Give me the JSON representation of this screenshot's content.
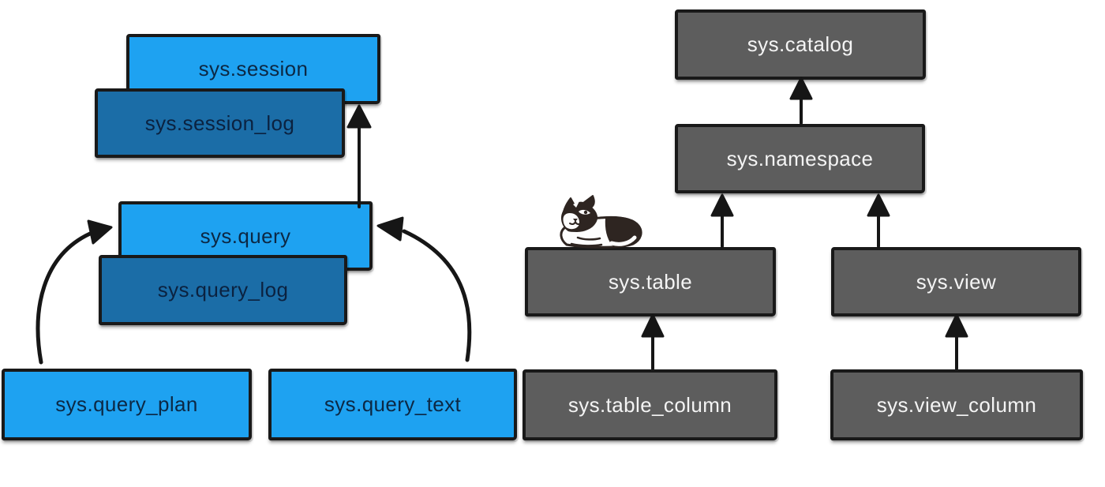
{
  "diagram": {
    "kind": "hand-drawn system catalog tables relationship diagram",
    "background": "#ffffff"
  },
  "nodes": {
    "session": {
      "label": "sys.session",
      "style": "light-blue"
    },
    "session_log": {
      "label": "sys.session_log",
      "style": "dark-blue"
    },
    "query": {
      "label": "sys.query",
      "style": "light-blue"
    },
    "query_log": {
      "label": "sys.query_log",
      "style": "dark-blue"
    },
    "query_plan": {
      "label": "sys.query_plan",
      "style": "light-blue"
    },
    "query_text": {
      "label": "sys.query_text",
      "style": "light-blue"
    },
    "catalog": {
      "label": "sys.catalog",
      "style": "gray"
    },
    "namespace": {
      "label": "sys.namespace",
      "style": "gray"
    },
    "table": {
      "label": "sys.table",
      "style": "gray"
    },
    "view": {
      "label": "sys.view",
      "style": "gray"
    },
    "table_column": {
      "label": "sys.table_column",
      "style": "gray"
    },
    "view_column": {
      "label": "sys.view_column",
      "style": "gray"
    }
  },
  "edges": [
    {
      "from": "sys.query",
      "to": "sys.session",
      "shape": "straight-up"
    },
    {
      "from": "sys.query_plan",
      "to": "sys.query",
      "shape": "curved"
    },
    {
      "from": "sys.query_text",
      "to": "sys.query",
      "shape": "curved"
    },
    {
      "from": "sys.namespace",
      "to": "sys.catalog",
      "shape": "straight-up"
    },
    {
      "from": "sys.table",
      "to": "sys.namespace",
      "shape": "straight-up"
    },
    {
      "from": "sys.view",
      "to": "sys.namespace",
      "shape": "straight-up"
    },
    {
      "from": "sys.table_column",
      "to": "sys.table",
      "shape": "straight-up"
    },
    {
      "from": "sys.view_column",
      "to": "sys.view",
      "shape": "straight-up"
    }
  ],
  "colors": {
    "light_blue": "#1ea2f1",
    "dark_blue": "#1b6da7",
    "gray": "#5d5d5d",
    "outline": "#191919",
    "label_on_blue": "#0c2844",
    "label_on_gray": "#f4f4f4",
    "arrow": "#161616"
  },
  "decorations": {
    "cat": "grumpy-tuxedo-cat-lying-on-sys-table"
  }
}
